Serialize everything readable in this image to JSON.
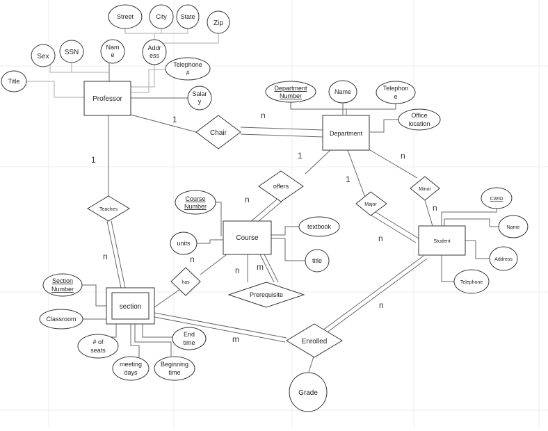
{
  "entities": {
    "professor": "Professor",
    "department": "Department",
    "course": "Course",
    "student": "Student",
    "section": "section"
  },
  "relationships": {
    "chair": "Chair",
    "offers": "offers",
    "teaches": "Teaches",
    "has": "has",
    "prerequisite": "Prerequisite",
    "major": "Major",
    "minor": "Minor",
    "enrolled": "Enrolled"
  },
  "attributes": {
    "street": "Street",
    "city": "City",
    "state": "State",
    "zip": "Zip",
    "sex": "Sex",
    "ssn": "SSN",
    "prof_name": [
      "Nam",
      "e"
    ],
    "address": [
      "Addr",
      "ess"
    ],
    "telephone": [
      "Telephone",
      "#"
    ],
    "title": "Title",
    "salary": [
      "Salar",
      "y"
    ],
    "department_number": [
      "Department",
      "Number"
    ],
    "dept_name": "Name",
    "dept_telephone": [
      "Telephon",
      "e"
    ],
    "office_location": [
      "Office",
      "location"
    ],
    "course_number": [
      "Course",
      "Number"
    ],
    "units": "units",
    "textbook": "textbook",
    "course_title": "title",
    "cwid": "CWID",
    "student_name": "Name",
    "student_address": "Address",
    "student_telephone": "Telephone",
    "section_number": [
      "Section",
      "Number"
    ],
    "classroom": "Classroom",
    "num_seats": [
      "# of",
      "seats"
    ],
    "meeting_days": [
      "meeting",
      "days"
    ],
    "beginning_time": [
      "Beginning",
      "time"
    ],
    "end_time": [
      "End",
      "time"
    ],
    "grade": "Grade"
  },
  "cardinalities": {
    "prof_chair": "1",
    "chair_dept": "n",
    "prof_teaches": "1",
    "teaches_section": "n",
    "dept_offers": "1",
    "offers_course": "n",
    "dept_major": "1",
    "dept_minor": "n",
    "minor_student": "n",
    "major_student": "n",
    "course_has": "n",
    "prereq_n": "n",
    "prereq_m": "m",
    "section_enrolled": "m",
    "student_enrolled": "n"
  }
}
